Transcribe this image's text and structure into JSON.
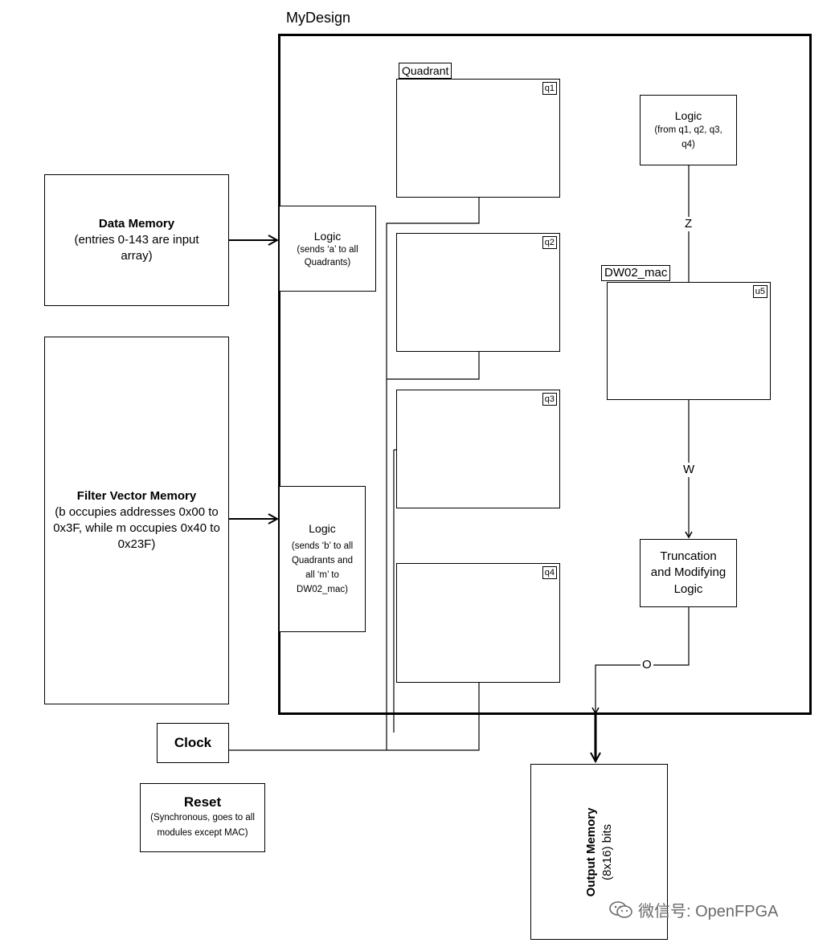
{
  "design": {
    "title": "MyDesign"
  },
  "data_memory": {
    "title": "Data Memory",
    "desc": "(entries 0-143 are input array)"
  },
  "filter_memory": {
    "title": "Filter Vector Memory",
    "desc": "(b occupies addresses 0x00 to 0x3F, while m occupies 0x40 to 0x23F)"
  },
  "logic_a": {
    "title": "Logic",
    "desc": "(sends ‘a’ to all Quadrants)"
  },
  "logic_b": {
    "title": "Logic",
    "desc": "(sends ‘b’ to all Quadrants and all ‘m’ to DW02_mac)"
  },
  "quadrant": {
    "label": "Quadrant",
    "instances": [
      "q1",
      "q2",
      "q3",
      "q4"
    ]
  },
  "logic_z": {
    "title": "Logic",
    "desc": "(from q1, q2, q3, q4)"
  },
  "mac": {
    "label": "DW02_mac",
    "instance": "u5"
  },
  "truncation": {
    "text": "Truncation and Modifying Logic"
  },
  "signals": {
    "z": "Z",
    "w": "W",
    "o": "O"
  },
  "clock": {
    "label": "Clock"
  },
  "reset": {
    "title": "Reset",
    "desc": "(Synchronous, goes to all modules except MAC)"
  },
  "output_memory": {
    "title": "Output Memory",
    "desc": "(8x16) bits"
  },
  "watermark": {
    "text": "微信号: OpenFPGA"
  }
}
